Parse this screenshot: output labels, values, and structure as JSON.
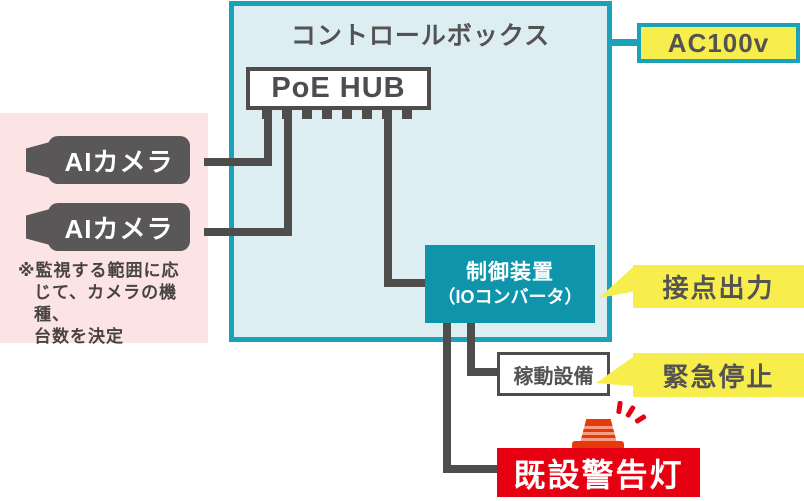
{
  "colors": {
    "teal_accent": "#1aa3b8",
    "control_box_fill": "#dceef2",
    "controller_fill": "#0e95ab",
    "callout_yellow": "#f7ee4e",
    "camera_area_pink": "#fbe4e3",
    "wire_gray": "#4f4c4c",
    "alert_red": "#e60012",
    "beacon_orange": "#e8380d"
  },
  "control_box": {
    "title": "コントロールボックス"
  },
  "poe_hub": {
    "label": "PoE HUB"
  },
  "ac_power": {
    "label": "AC100v"
  },
  "cameras": {
    "items": [
      {
        "label": "AIカメラ"
      },
      {
        "label": "AIカメラ"
      }
    ],
    "note_lines": [
      "※監視する範囲に応",
      "じて、カメラの機種、",
      "台数を決定"
    ]
  },
  "controller": {
    "name": "制御装置",
    "sub": "（IOコンバータ）"
  },
  "contact_output": {
    "label": "接点出力"
  },
  "equipment": {
    "label": "稼動設備"
  },
  "emergency_stop": {
    "label": "緊急停止"
  },
  "warning_light": {
    "label": "既設警告灯"
  }
}
